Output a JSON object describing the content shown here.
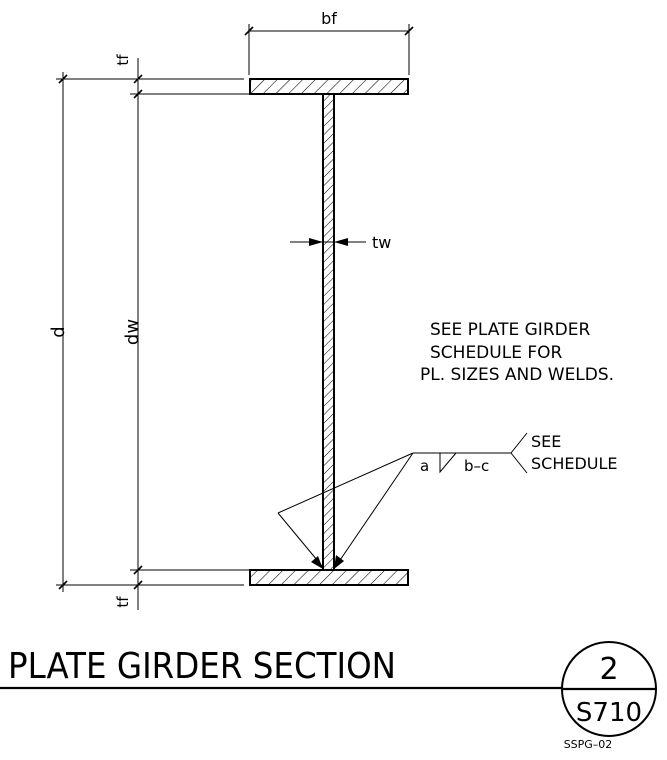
{
  "dimensions": {
    "flange_width": "bf",
    "flange_thickness_top": "tf",
    "flange_thickness_bottom": "tf",
    "web_thickness": "tw",
    "overall_depth": "d",
    "web_depth": "dw"
  },
  "note": {
    "line1": "SEE PLATE GIRDER",
    "line2": "SCHEDULE FOR",
    "line3": "PL. SIZES AND WELDS."
  },
  "weld_symbol": {
    "left_size": "a",
    "right_size": "b–c",
    "tail_line1": "SEE",
    "tail_line2": "SCHEDULE"
  },
  "title": "PLATE GIRDER SECTION",
  "detail_marker": {
    "number": "2",
    "sheet": "S710"
  },
  "reference": "SSPG–02"
}
